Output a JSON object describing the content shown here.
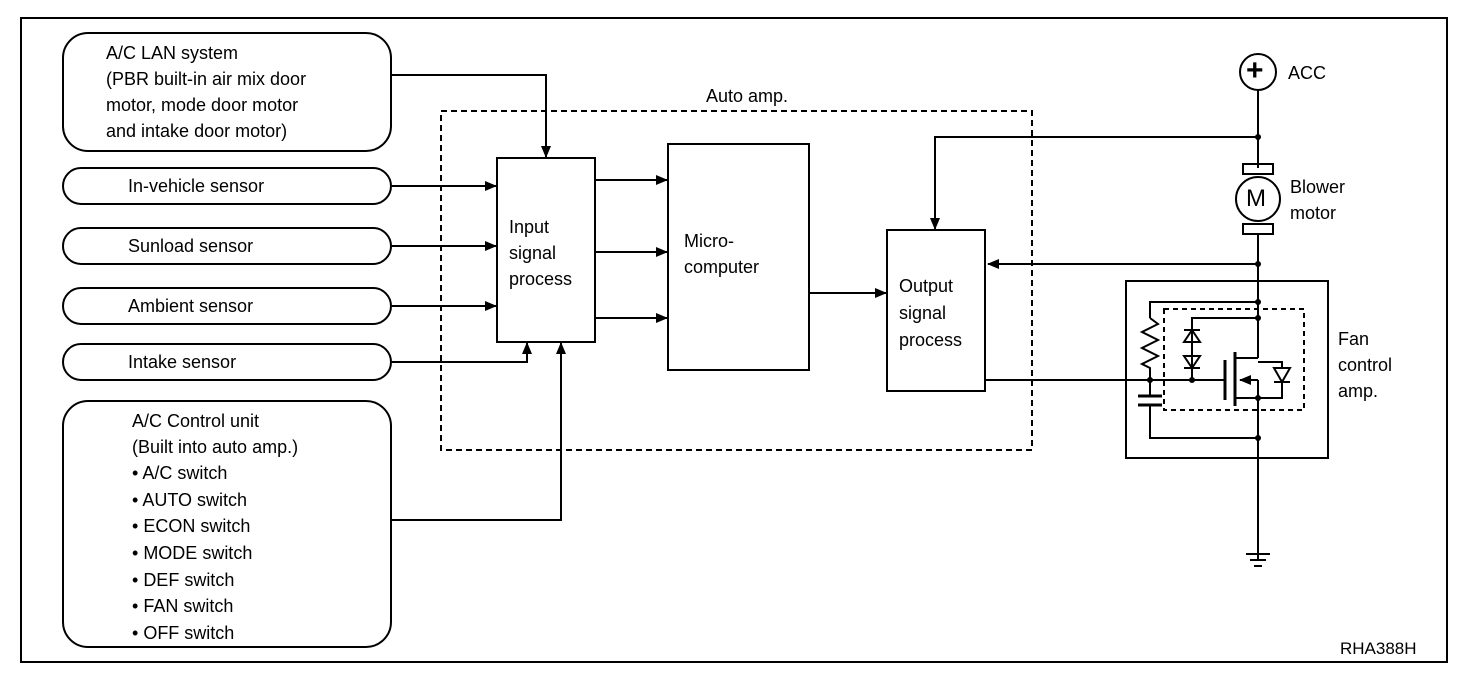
{
  "figure_code": "RHA388H",
  "auto_amp": {
    "label": "Auto amp."
  },
  "lan_system": {
    "lines": [
      "A/C LAN system",
      "(PBR built-in air mix door",
      "motor, mode door motor",
      "and intake door motor)"
    ]
  },
  "sensors": [
    "In-vehicle sensor",
    "Sunload sensor",
    "Ambient sensor",
    "Intake sensor"
  ],
  "control_unit": {
    "title": "A/C Control unit",
    "subtitle": "(Built into auto amp.)",
    "switches": [
      "A/C switch",
      "AUTO switch",
      "ECON switch",
      "MODE switch",
      "DEF switch",
      "FAN switch",
      "OFF switch"
    ]
  },
  "blocks": {
    "input": [
      "Input",
      "signal",
      "process"
    ],
    "micro": [
      "Micro-",
      "computer"
    ],
    "output": [
      "Output",
      "signal",
      "process"
    ]
  },
  "power": {
    "symbol": "+",
    "label": "ACC"
  },
  "motor": {
    "symbol": "M",
    "label_lines": [
      "Blower",
      "motor"
    ]
  },
  "fan_amp": {
    "label_lines": [
      "Fan",
      "control",
      "amp."
    ]
  }
}
